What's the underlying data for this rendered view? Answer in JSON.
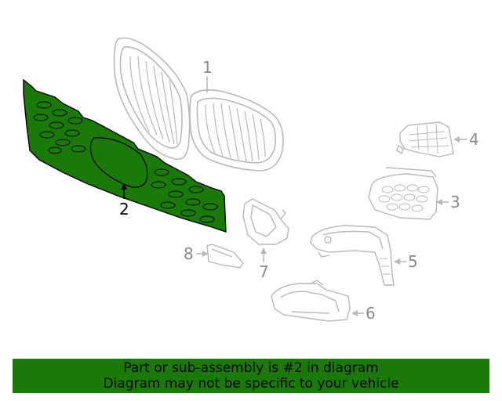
{
  "colors": {
    "highlight_fill": "#1a7a08",
    "outline_gray": "#b9b9b9",
    "label_gray": "#8a8a8a",
    "banner_bg": "#1a7a08"
  },
  "callouts": {
    "p1": "1",
    "p2": "2",
    "p3": "3",
    "p4": "4",
    "p5": "5",
    "p6": "6",
    "p7": "7",
    "p8": "8"
  },
  "banner": {
    "line1": "Part or sub-assembly is #2 in diagram",
    "line2": "Diagram may not be specific to your vehicle"
  }
}
